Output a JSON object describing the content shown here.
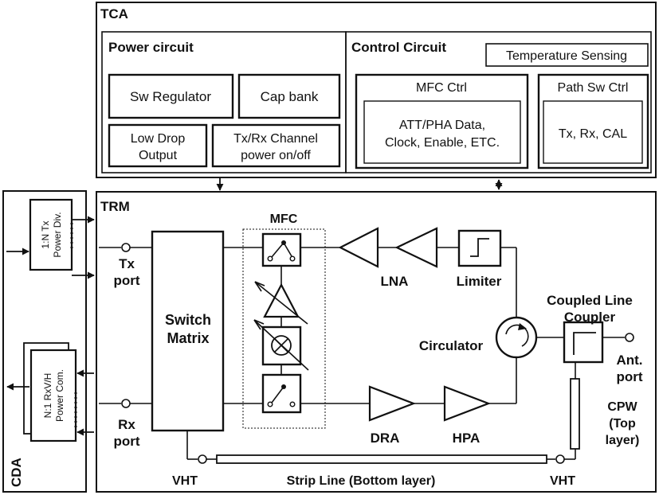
{
  "tca": {
    "title": "TCA",
    "power": {
      "title": "Power circuit",
      "sw_regulator": "Sw Regulator",
      "cap_bank": "Cap bank",
      "ldo": [
        "Low Drop",
        "Output"
      ],
      "txrx_power": [
        "Tx/Rx Channel",
        "power on/off"
      ]
    },
    "control": {
      "title": "Control Circuit",
      "temp": "Temperature Sensing",
      "mfc_ctrl": {
        "title": "MFC Ctrl",
        "body": [
          "ATT/PHA Data,",
          "Clock, Enable, ETC."
        ]
      },
      "path_sw": {
        "title": "Path Sw Ctrl",
        "body": "Tx, Rx, CAL"
      }
    }
  },
  "cda": {
    "title": "CDA",
    "tx_div": [
      "1:N Tx",
      "Power Div."
    ],
    "rx_com": [
      "N:1 RxV/H",
      "Power Com."
    ]
  },
  "trm": {
    "title": "TRM",
    "tx_port": [
      "Tx",
      "port"
    ],
    "rx_port": [
      "Rx",
      "port"
    ],
    "switch_matrix": [
      "Switch",
      "Matrix"
    ],
    "mfc": "MFC",
    "lna": "LNA",
    "limiter": "Limiter",
    "circulator": "Circulator",
    "coupler": [
      "Coupled Line",
      "Coupler"
    ],
    "ant_port": [
      "Ant.",
      "port"
    ],
    "dra": "DRA",
    "hpa": "HPA",
    "cpw": [
      "CPW",
      "(Top",
      "layer)"
    ],
    "vht_left": "VHT",
    "vht_right": "VHT",
    "strip_line": "Strip Line (Bottom layer)"
  },
  "icons": [
    "switch-icon",
    "amplifier-icon",
    "attenuator-icon",
    "limiter-icon",
    "circulator-icon",
    "coupler-icon"
  ]
}
